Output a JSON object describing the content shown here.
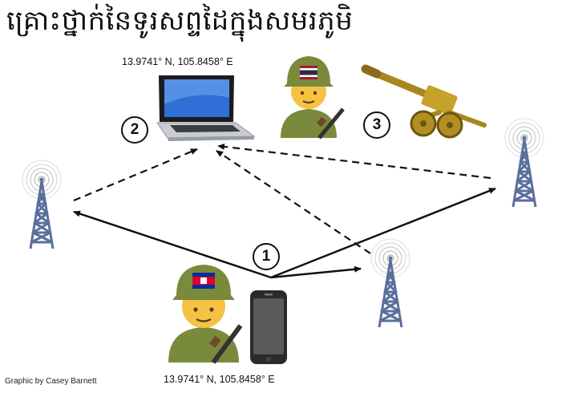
{
  "title": "គ្រោះថ្នាក់នៃទូរសព្ទដៃក្នុងសមរភូមិ",
  "coordinates_top": "13.9741° N, 105.8458° E",
  "coordinates_bottom": "13.9741° N, 105.8458° E",
  "credit": "Graphic by Casey Barnett",
  "steps": {
    "one": "1",
    "two": "2",
    "three": "3"
  },
  "colors": {
    "tower": "#5b6f9c",
    "signal": "#c4c4c4",
    "artillery": "#c7a22b",
    "uniform": "#7a8a3c",
    "arrow": "#111111"
  },
  "icons": [
    "laptop-icon",
    "thai-soldier-icon",
    "artillery-icon",
    "cell-tower-icon",
    "cambodian-soldier-icon",
    "smartphone-icon"
  ]
}
